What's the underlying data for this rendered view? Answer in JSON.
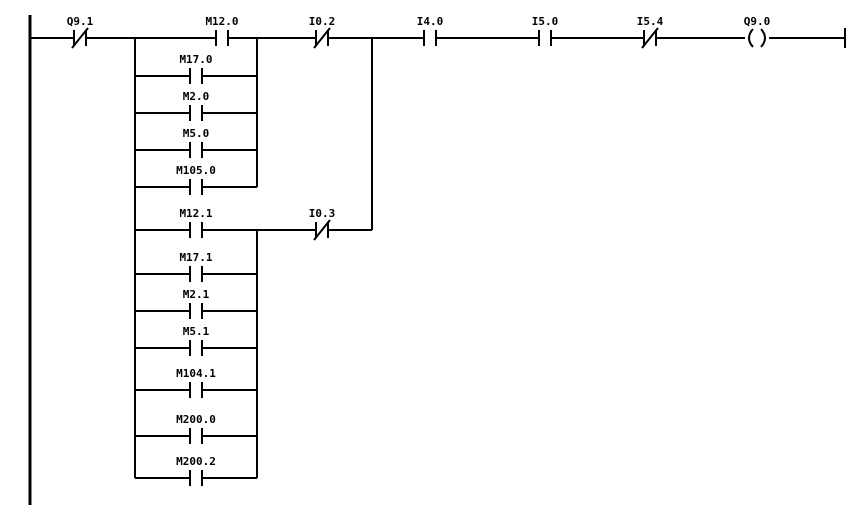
{
  "diagram": {
    "kind": "plc-ladder-rung",
    "elements": {
      "q9_1": {
        "label": "Q9.1",
        "type": "nc-contact"
      },
      "m12_0": {
        "label": "M12.0",
        "type": "no-contact"
      },
      "m17_0": {
        "label": "M17.0",
        "type": "no-contact"
      },
      "m2_0": {
        "label": "M2.0",
        "type": "no-contact"
      },
      "m5_0": {
        "label": "M5.0",
        "type": "no-contact"
      },
      "m105_0": {
        "label": "M105.0",
        "type": "no-contact"
      },
      "m12_1": {
        "label": "M12.1",
        "type": "no-contact"
      },
      "m17_1": {
        "label": "M17.1",
        "type": "no-contact"
      },
      "m2_1": {
        "label": "M2.1",
        "type": "no-contact"
      },
      "m5_1": {
        "label": "M5.1",
        "type": "no-contact"
      },
      "m104_1": {
        "label": "M104.1",
        "type": "no-contact"
      },
      "m200_0": {
        "label": "M200.0",
        "type": "no-contact"
      },
      "m200_2": {
        "label": "M200.2",
        "type": "no-contact"
      },
      "i0_2": {
        "label": "I0.2",
        "type": "nc-contact"
      },
      "i0_3": {
        "label": "I0.3",
        "type": "nc-contact"
      },
      "i4_0": {
        "label": "I4.0",
        "type": "no-contact"
      },
      "i5_0": {
        "label": "I5.0",
        "type": "no-contact"
      },
      "i5_4": {
        "label": "I5.4",
        "type": "nc-contact"
      },
      "q9_0": {
        "label": "Q9.0",
        "type": "output-coil"
      }
    }
  }
}
